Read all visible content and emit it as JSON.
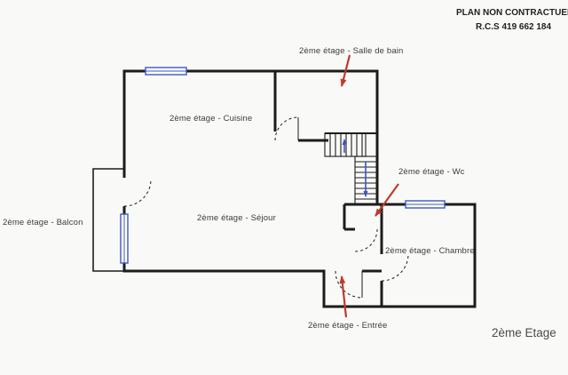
{
  "header": {
    "disclaimer": "PLAN NON CONTRACTUEL",
    "registration": "R.C.S 419 662 184"
  },
  "floor_title": "2ème Etage",
  "labels": {
    "salle_de_bain": "2ème étage - Salle de bain",
    "cuisine": "2ème étage - Cuisine",
    "wc": "2ème étage - Wc",
    "balcon": "2ème étage - Balcon",
    "sejour": "2ème étage - Séjour",
    "chambre": "2ème étage - Chambre",
    "entree": "2ème étage - Entrée"
  },
  "colors": {
    "wall": "#1c1c1c",
    "window-blue": "#3a57c4",
    "arrow-red": "#c0392b",
    "text": "#3c3c3c",
    "bg": "#f9f9f7"
  }
}
